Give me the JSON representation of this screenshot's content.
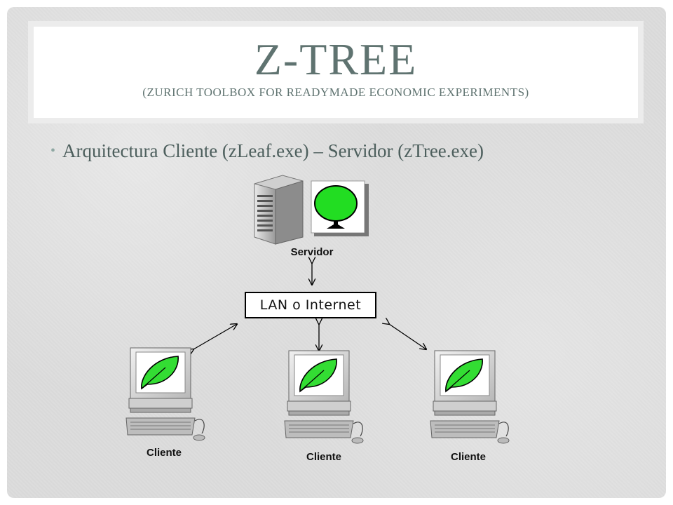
{
  "title": {
    "main": "Z-TREE",
    "subtitle": "(ZURICH TOOLBOX FOR READYMADE ECONOMIC EXPERIMENTS)"
  },
  "bullet": {
    "text": "Arquitectura Cliente (zLeaf.exe) – Servidor (zTree.exe)"
  },
  "diagram": {
    "server_label": "Servidor",
    "network_label": "LAN o Internet",
    "client_labels": [
      "Cliente",
      "Cliente",
      "Cliente"
    ]
  },
  "colors": {
    "title_text": "#5f7370",
    "leaf_green": "#33dd33",
    "tree_green": "#22dd22"
  },
  "icons": [
    "server-tower-icon",
    "tree-icon",
    "computer-icon",
    "leaf-icon"
  ]
}
